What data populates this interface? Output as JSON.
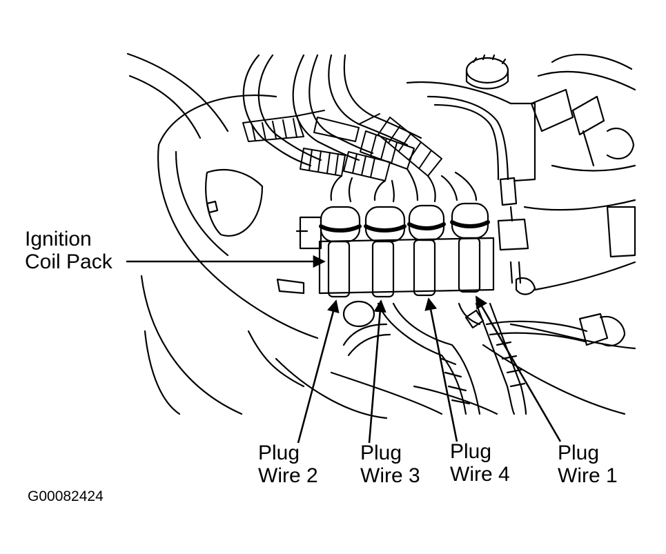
{
  "figure_code": "G00082424",
  "callouts": {
    "coil_pack": [
      "Ignition",
      "Coil Pack"
    ],
    "plug_wire_2": [
      "Plug",
      "Wire 2"
    ],
    "plug_wire_3": [
      "Plug",
      "Wire 3"
    ],
    "plug_wire_4": [
      "Plug",
      "Wire 4"
    ],
    "plug_wire_1": [
      "Plug",
      "Wire 1"
    ]
  }
}
